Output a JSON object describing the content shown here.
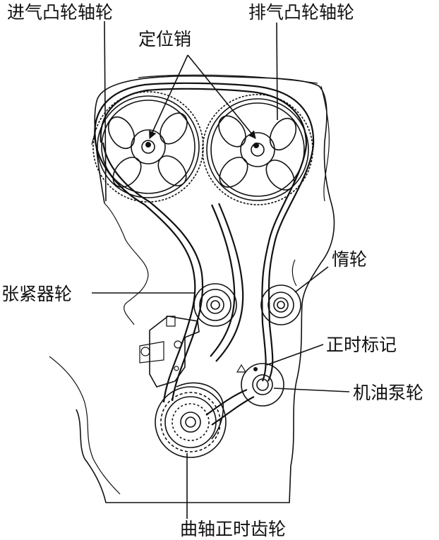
{
  "labels": {
    "intake_cam": "进气凸轮轴轮",
    "exhaust_cam": "排气凸轮轴轮",
    "dowel_pin": "定位销",
    "idler": "惰轮",
    "tensioner": "张紧器轮",
    "timing_mark": "正时标记",
    "oil_pump": "机油泵轮",
    "crank_sprocket": "曲轴正时齿轮"
  }
}
